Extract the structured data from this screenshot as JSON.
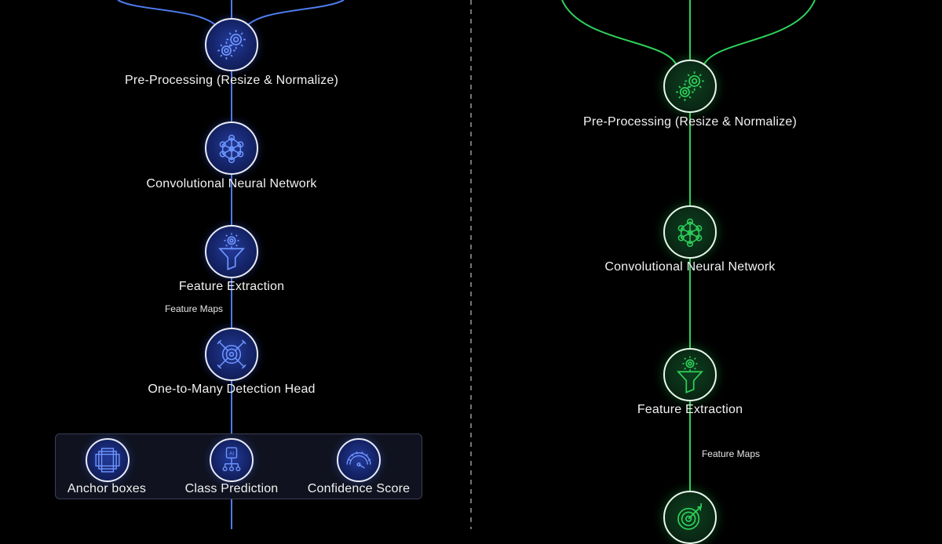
{
  "colors": {
    "blue_line": "#4f7df0",
    "green_line": "#2fd15a",
    "divider": "#9a9a9a"
  },
  "left": {
    "nodes": [
      {
        "label": "Pre-Processing (Resize & Normalize)",
        "icon": "gears-icon"
      },
      {
        "label": "Convolutional Neural Network",
        "icon": "network-icon"
      },
      {
        "label": "Feature Extraction",
        "icon": "funnel-gear-icon"
      },
      {
        "label": "One-to-Many Detection Head",
        "icon": "target-arrows-icon"
      }
    ],
    "edge_label": "Feature Maps",
    "outputs": [
      {
        "label": "Anchor boxes",
        "icon": "anchor-boxes-icon"
      },
      {
        "label": "Class Prediction",
        "icon": "ai-chip-icon"
      },
      {
        "label": "Confidence Score",
        "icon": "gauge-icon"
      }
    ]
  },
  "right": {
    "nodes": [
      {
        "label": "Pre-Processing (Resize & Normalize)",
        "icon": "gears-icon"
      },
      {
        "label": "Convolutional Neural Network",
        "icon": "network-icon"
      },
      {
        "label": "Feature Extraction",
        "icon": "funnel-gear-icon"
      },
      {
        "label": "",
        "icon": "target-dart-icon"
      }
    ],
    "edge_label": "Feature Maps"
  }
}
